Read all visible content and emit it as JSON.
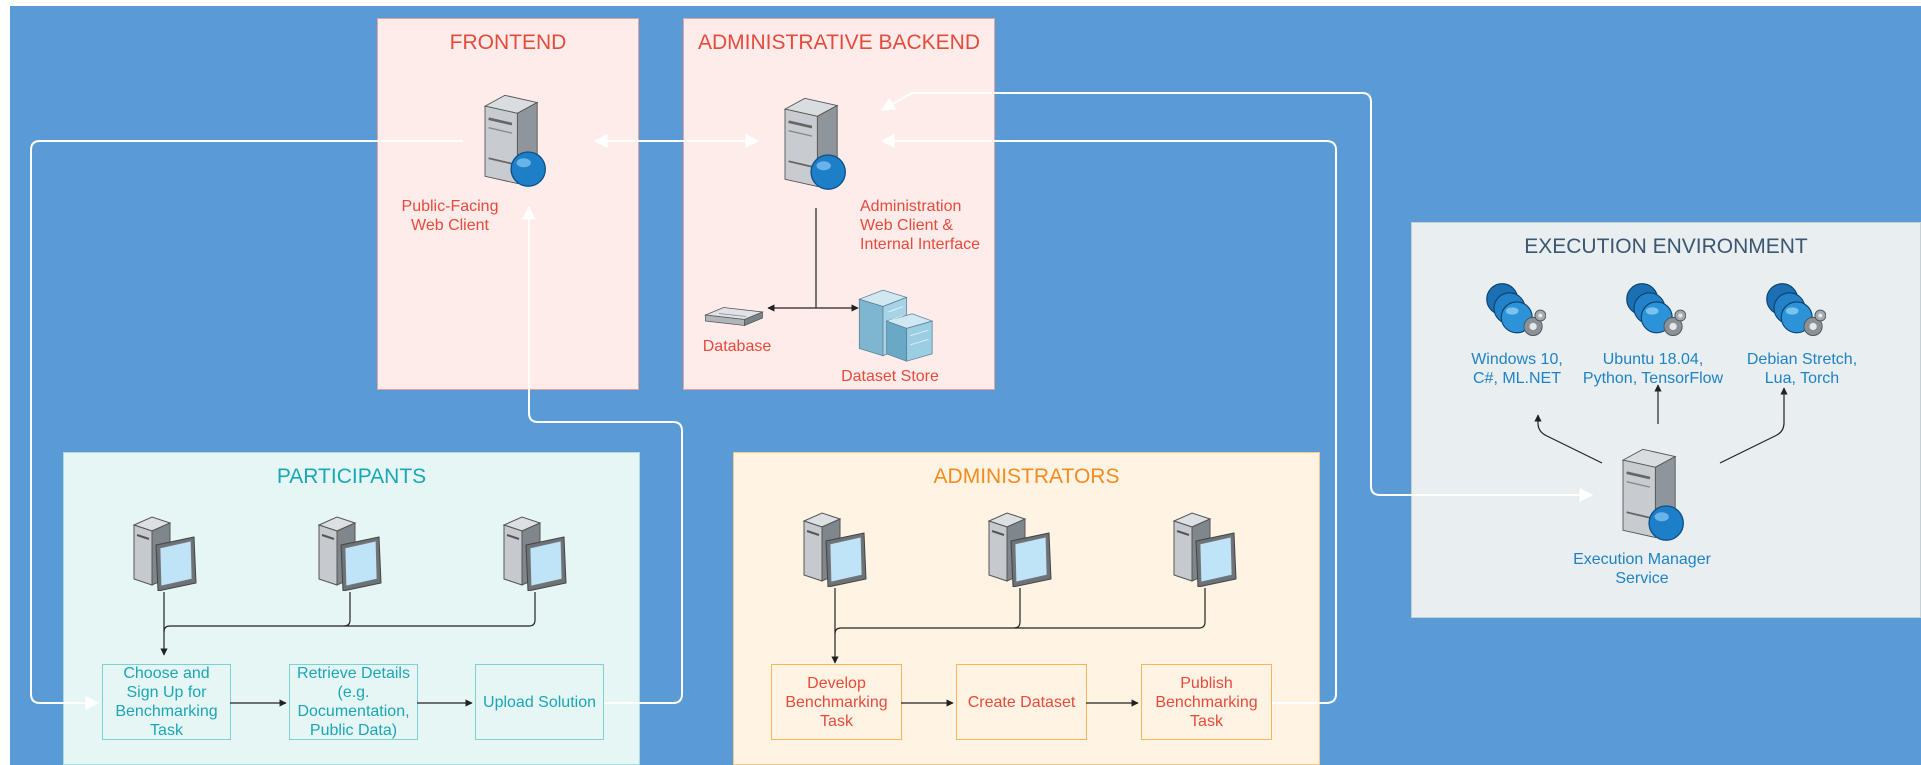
{
  "colors": {
    "background": "#5b9bd5",
    "frontend_fill": "#fdecea",
    "frontend_accent": "#e64a3b",
    "participants_fill": "#e6f6f5",
    "participants_accent": "#1aa6b7",
    "administrators_fill": "#fff3e3",
    "administrators_accent": "#f28c1e",
    "execution_fill": "#e9eef1",
    "execution_title": "#3b5670",
    "execution_accent": "#1d83c4"
  },
  "frontend": {
    "title": "FRONTEND",
    "server_label": "Public-Facing\n Web Client"
  },
  "backend": {
    "title": "ADMINISTRATIVE BACKEND",
    "server_label": "Administration\nWeb Client &\nInternal Interface",
    "database_label": "Database",
    "dataset_store_label": "Dataset Store"
  },
  "participants": {
    "title": "PARTICIPANTS",
    "steps": [
      "Choose and\nSign Up for\nBenchmarking\nTask",
      "Retrieve Details\n(e.g.\nDocumentation,\nPublic Data)",
      "Upload Solution"
    ]
  },
  "administrators": {
    "title": "ADMINISTRATORS",
    "steps": [
      "Develop\nBenchmarking\nTask",
      "Create Dataset",
      "Publish\nBenchmarking\nTask"
    ]
  },
  "execution": {
    "title": "EXECUTION ENVIRONMENT",
    "environments": [
      "Windows 10,\nC#, ML.NET",
      "Ubuntu 18.04,\nPython, TensorFlow",
      "Debian Stretch,\nLua, Torch"
    ],
    "manager_label": "Execution Manager\nService"
  }
}
